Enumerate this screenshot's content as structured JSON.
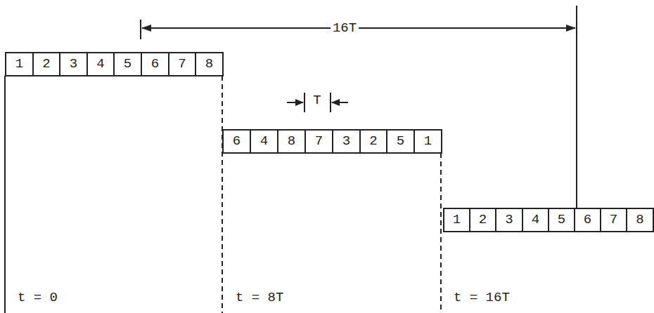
{
  "diagram": {
    "nodes": [
      {
        "text": [
          "1"
        ]
      },
      {
        "text": [
          "2"
        ]
      },
      {
        "text": [
          "3"
        ]
      },
      {
        "text": [
          "4"
        ]
      },
      {
        "text": [
          "5"
        ]
      },
      {
        "text": [
          "6"
        ]
      },
      {
        "text": [
          "7"
        ]
      },
      {
        "text": [
          "8"
        ]
      },
      {
        "text": [
          "6"
        ]
      },
      {
        "text": [
          "4"
        ]
      },
      {
        "text": [
          "8"
        ]
      },
      {
        "text": [
          "7"
        ]
      },
      {
        "text": [
          "3"
        ]
      },
      {
        "text": [
          "2"
        ]
      },
      {
        "text": [
          "5"
        ]
      },
      {
        "text": [
          "1"
        ]
      },
      {
        "text": [
          "1"
        ]
      },
      {
        "text": [
          "2"
        ]
      },
      {
        "text": [
          "3"
        ]
      },
      {
        "text": [
          "4"
        ]
      },
      {
        "text": [
          "5"
        ]
      },
      {
        "text": [
          "6"
        ]
      },
      {
        "text": [
          "7"
        ]
      },
      {
        "text": [
          "8"
        ]
      }
    ],
    "labels": [
      "16T",
      "T",
      "t = 0",
      "t = 8T",
      "t = 16T"
    ]
  }
}
